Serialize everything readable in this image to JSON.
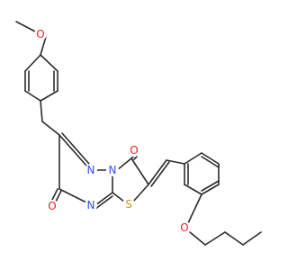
{
  "molecule": {
    "colors": {
      "bond": "#2b2b2b",
      "O": "#e8231e",
      "N": "#3050f8",
      "S": "#c8a000"
    },
    "atoms": [
      {
        "id": "o_methoxy",
        "element": "O",
        "label": "O"
      },
      {
        "id": "n_ring_top",
        "element": "N",
        "label": "N"
      },
      {
        "id": "n_ring_fused",
        "element": "N",
        "label": "N"
      },
      {
        "id": "o_ketone_top",
        "element": "O",
        "label": "O"
      },
      {
        "id": "o_ketone_left",
        "element": "O",
        "label": "O"
      },
      {
        "id": "n_ring_bottom",
        "element": "N",
        "label": "N"
      },
      {
        "id": "s_thiazole",
        "element": "S",
        "label": "S"
      },
      {
        "id": "o_butoxy",
        "element": "O",
        "label": "O"
      }
    ]
  }
}
